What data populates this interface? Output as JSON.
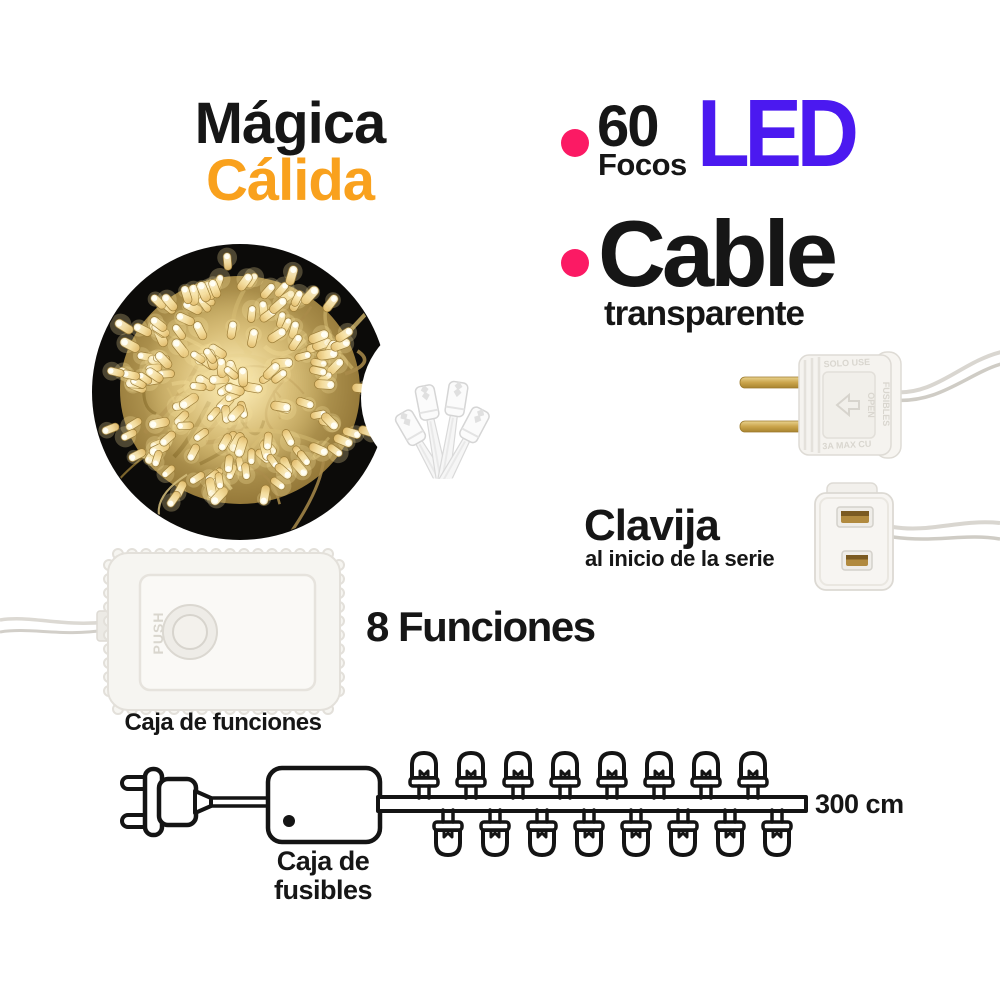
{
  "theme": {
    "ink": "#161616",
    "accent_orange": "#F9A11D",
    "accent_pink": "#FB1A64",
    "accent_purple": "#4B19F0"
  },
  "brand": {
    "title_line1": "Mágica",
    "title_line2": "Cálida"
  },
  "features": {
    "feature1": {
      "count": "60",
      "unit": "Focos",
      "type": "LED"
    },
    "feature2": {
      "title": "Cable",
      "subtitle": "transparente"
    }
  },
  "clavija": {
    "title": "Clavija",
    "subtitle": "al inicio de la serie"
  },
  "controller": {
    "functions_label": "8 Funciones",
    "caption": "Caja de funciones",
    "push_label": "PUSH"
  },
  "plug_photo": {
    "emboss_top": "SOLO USE",
    "emboss_side": "FUSIBLES",
    "emboss_center": "OPEN",
    "emboss_bottom": "3A MAX CU"
  },
  "diagram": {
    "fuse_caption_line1": "Caja de",
    "fuse_caption_line2": "fusibles",
    "length_label": "300 cm",
    "top_bulb_count": 8,
    "bottom_bulb_count": 8
  }
}
